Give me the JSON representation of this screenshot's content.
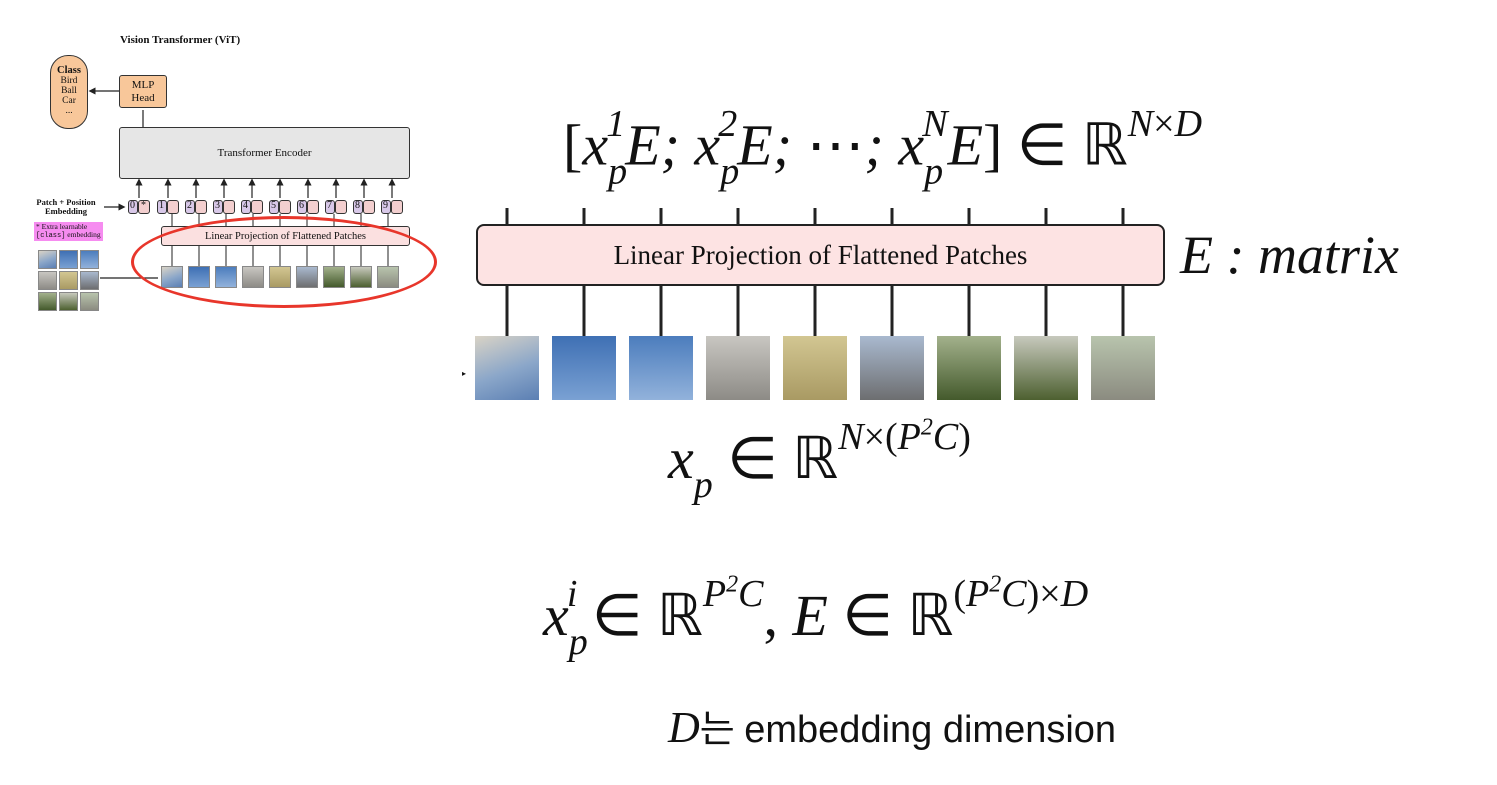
{
  "small_diagram": {
    "title": "Vision Transformer (ViT)",
    "class_box": {
      "heading": "Class",
      "items": [
        "Bird",
        "Ball",
        "Car",
        "..."
      ]
    },
    "mlp_head": "MLP Head",
    "encoder": "Transformer Encoder",
    "patch_position_label": "Patch + Position Embedding",
    "extra_label_line1": "* Extra learnable",
    "extra_label_code": "[class]",
    "extra_label_line2": "embedding",
    "linear_projection": "Linear Projection of Flattened Patches",
    "token_labels": [
      "0",
      "*",
      "1",
      "2",
      "3",
      "4",
      "5",
      "6",
      "7",
      "8",
      "9"
    ],
    "highlight_color": "#e8362b"
  },
  "big_diagram": {
    "linear_projection": "Linear Projection of Flattened Patches",
    "e_matrix": "E : matrix",
    "patch_count": 9
  },
  "equations": {
    "embedding_sequence": "[x_p^1 E; x_p^2 E; ⋯; x_p^N E] ∈ ℝ^{N×D}",
    "patches": "x_p ∈ ℝ^{N×(P^2 C)}",
    "shapes": "x_p^i ∈ ℝ^{P^2 C}, E ∈ ℝ^{(P^2 C)×D}"
  },
  "caption": {
    "symbol": "D",
    "particle": "는",
    "text": "embedding dimension"
  }
}
